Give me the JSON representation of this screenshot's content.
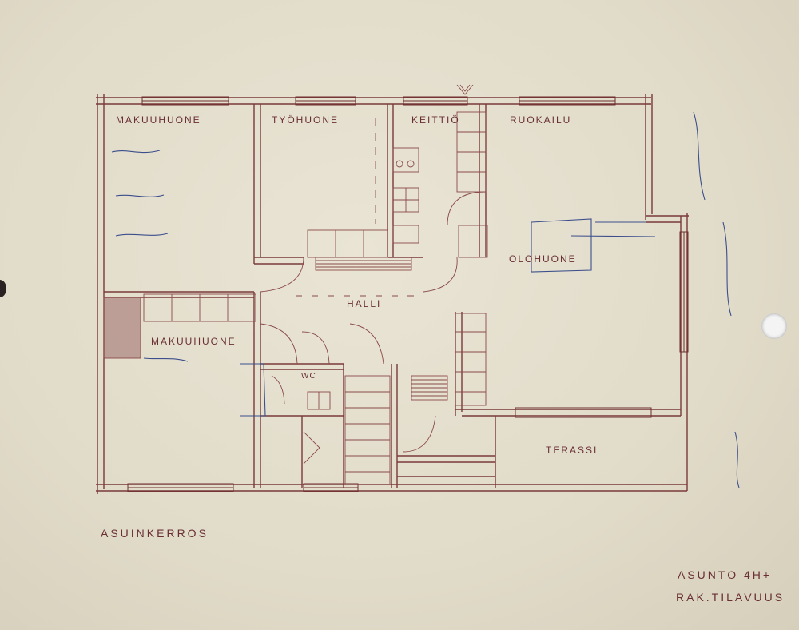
{
  "rooms": {
    "makuuhuone_1": "MAKUUHUONE",
    "tyohuone": "TYÖHUONE",
    "keittio": "KEITTIÖ",
    "ruokailu": "RUOKAILU",
    "olohuone": "OLOHUONE",
    "halli": "HALLI",
    "makuuhuone_2": "MAKUUHUONE",
    "wc": "WC",
    "terassi": "TERASSI"
  },
  "caption": "ASUINKERROS",
  "notes": {
    "line1": "ASUNTO 4H+",
    "line2": "RAK.TILAVUUS"
  }
}
